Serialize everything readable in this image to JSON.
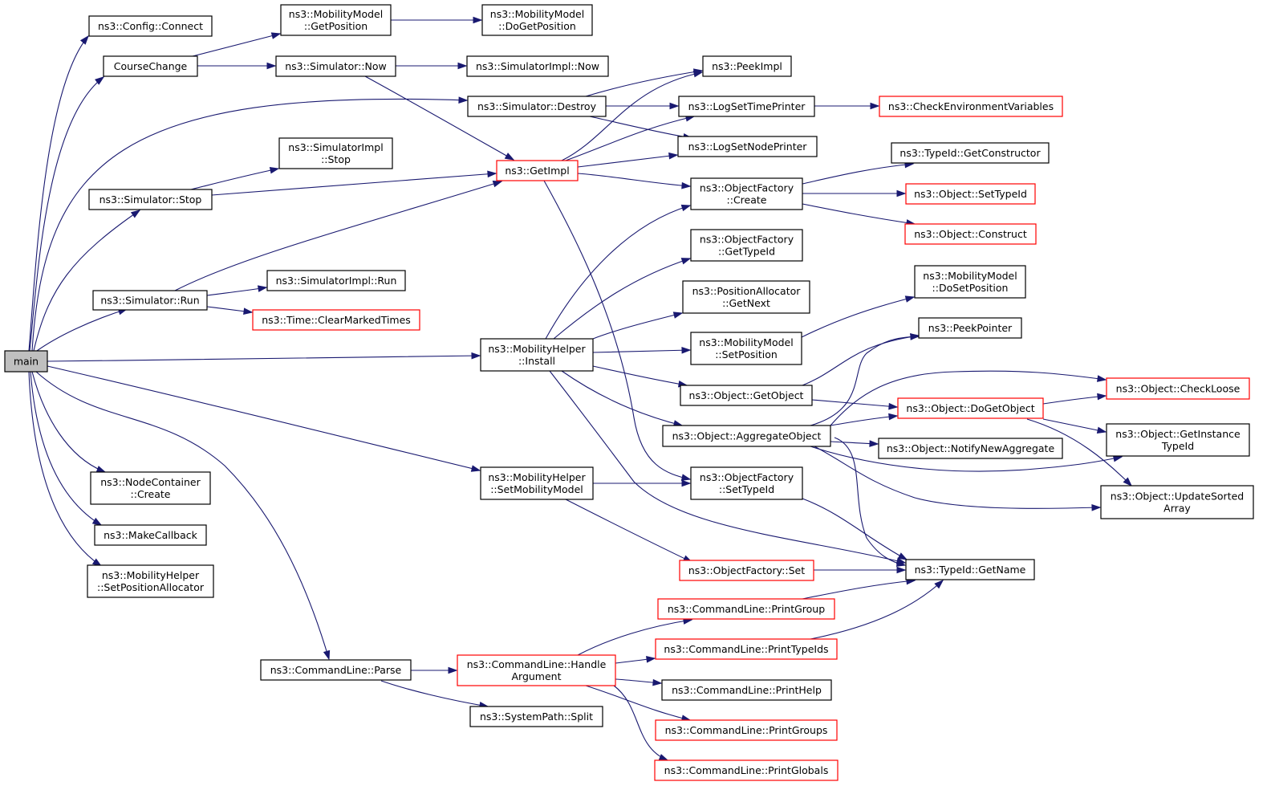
{
  "graph": {
    "nodes": {
      "main": {
        "lines": [
          "main"
        ],
        "type": "root"
      },
      "config_connect": {
        "lines": [
          "ns3::Config::Connect"
        ],
        "type": "normal"
      },
      "coursechange": {
        "lines": [
          "CourseChange"
        ],
        "type": "normal"
      },
      "mm_getposition": {
        "lines": [
          "ns3::MobilityModel",
          "::GetPosition"
        ],
        "type": "normal"
      },
      "mm_dogetposition": {
        "lines": [
          "ns3::MobilityModel",
          "::DoGetPosition"
        ],
        "type": "normal"
      },
      "sim_now": {
        "lines": [
          "ns3::Simulator::Now"
        ],
        "type": "normal"
      },
      "simimpl_now": {
        "lines": [
          "ns3::SimulatorImpl::Now"
        ],
        "type": "normal"
      },
      "peekimpl": {
        "lines": [
          "ns3::PeekImpl"
        ],
        "type": "normal"
      },
      "sim_destroy": {
        "lines": [
          "ns3::Simulator::Destroy"
        ],
        "type": "normal"
      },
      "logsettimeprinter": {
        "lines": [
          "ns3::LogSetTimePrinter"
        ],
        "type": "normal"
      },
      "checkenv": {
        "lines": [
          "ns3::CheckEnvironmentVariables"
        ],
        "type": "incomplete"
      },
      "logsetnodeprinter": {
        "lines": [
          "ns3::LogSetNodePrinter"
        ],
        "type": "normal"
      },
      "simimpl_stop": {
        "lines": [
          "ns3::SimulatorImpl",
          "::Stop"
        ],
        "type": "normal"
      },
      "getimpl": {
        "lines": [
          "ns3::GetImpl"
        ],
        "type": "incomplete"
      },
      "typeid_getconstructor": {
        "lines": [
          "ns3::TypeId::GetConstructor"
        ],
        "type": "normal"
      },
      "sim_stop": {
        "lines": [
          "ns3::Simulator::Stop"
        ],
        "type": "normal"
      },
      "of_create": {
        "lines": [
          "ns3::ObjectFactory",
          "::Create"
        ],
        "type": "normal"
      },
      "obj_settypeid": {
        "lines": [
          "ns3::Object::SetTypeId"
        ],
        "type": "incomplete"
      },
      "obj_construct": {
        "lines": [
          "ns3::Object::Construct"
        ],
        "type": "incomplete"
      },
      "of_gettypeid": {
        "lines": [
          "ns3::ObjectFactory",
          "::GetTypeId"
        ],
        "type": "normal"
      },
      "mm_dosetposition": {
        "lines": [
          "ns3::MobilityModel",
          "::DoSetPosition"
        ],
        "type": "normal"
      },
      "simimpl_run": {
        "lines": [
          "ns3::SimulatorImpl::Run"
        ],
        "type": "normal"
      },
      "sim_run": {
        "lines": [
          "ns3::Simulator::Run"
        ],
        "type": "normal"
      },
      "pa_getnext": {
        "lines": [
          "ns3::PositionAllocator",
          "::GetNext"
        ],
        "type": "normal"
      },
      "time_clear": {
        "lines": [
          "ns3::Time::ClearMarkedTimes"
        ],
        "type": "incomplete"
      },
      "peekpointer": {
        "lines": [
          "ns3::PeekPointer"
        ],
        "type": "normal"
      },
      "mh_install": {
        "lines": [
          "ns3::MobilityHelper",
          "::Install"
        ],
        "type": "normal"
      },
      "mm_setposition": {
        "lines": [
          "ns3::MobilityModel",
          "::SetPosition"
        ],
        "type": "normal"
      },
      "obj_checkloose": {
        "lines": [
          "ns3::Object::CheckLoose"
        ],
        "type": "incomplete"
      },
      "obj_getobject": {
        "lines": [
          "ns3::Object::GetObject"
        ],
        "type": "normal"
      },
      "obj_dogetobject": {
        "lines": [
          "ns3::Object::DoGetObject"
        ],
        "type": "incomplete"
      },
      "obj_aggregate": {
        "lines": [
          "ns3::Object::AggregateObject"
        ],
        "type": "normal"
      },
      "obj_notify": {
        "lines": [
          "ns3::Object::NotifyNewAggregate"
        ],
        "type": "normal"
      },
      "obj_getinstancetypeid": {
        "lines": [
          "ns3::Object::GetInstance",
          "TypeId"
        ],
        "type": "normal"
      },
      "nc_create": {
        "lines": [
          "ns3::NodeContainer",
          "::Create"
        ],
        "type": "normal"
      },
      "mh_setmobilitymodel": {
        "lines": [
          "ns3::MobilityHelper",
          "::SetMobilityModel"
        ],
        "type": "normal"
      },
      "of_settypeid": {
        "lines": [
          "ns3::ObjectFactory",
          "::SetTypeId"
        ],
        "type": "normal"
      },
      "obj_updatesorted": {
        "lines": [
          "ns3::Object::UpdateSorted",
          "Array"
        ],
        "type": "normal"
      },
      "makecallback": {
        "lines": [
          "ns3::MakeCallback"
        ],
        "type": "normal"
      },
      "of_set": {
        "lines": [
          "ns3::ObjectFactory::Set"
        ],
        "type": "incomplete"
      },
      "typeid_getname": {
        "lines": [
          "ns3::TypeId::GetName"
        ],
        "type": "normal"
      },
      "mh_setposalloc": {
        "lines": [
          "ns3::MobilityHelper",
          "::SetPositionAllocator"
        ],
        "type": "normal"
      },
      "cl_printgroup": {
        "lines": [
          "ns3::CommandLine::PrintGroup"
        ],
        "type": "incomplete"
      },
      "cl_printtypeids": {
        "lines": [
          "ns3::CommandLine::PrintTypeIds"
        ],
        "type": "incomplete"
      },
      "cl_parse": {
        "lines": [
          "ns3::CommandLine::Parse"
        ],
        "type": "normal"
      },
      "cl_handlearg": {
        "lines": [
          "ns3::CommandLine::Handle",
          "Argument"
        ],
        "type": "incomplete"
      },
      "cl_printhelp": {
        "lines": [
          "ns3::CommandLine::PrintHelp"
        ],
        "type": "normal"
      },
      "sp_split": {
        "lines": [
          "ns3::SystemPath::Split"
        ],
        "type": "normal"
      },
      "cl_printgroups": {
        "lines": [
          "ns3::CommandLine::PrintGroups"
        ],
        "type": "incomplete"
      },
      "cl_printglobals": {
        "lines": [
          "ns3::CommandLine::PrintGlobals"
        ],
        "type": "incomplete"
      }
    },
    "edges": [
      [
        "main",
        "config_connect"
      ],
      [
        "main",
        "coursechange"
      ],
      [
        "main",
        "sim_destroy"
      ],
      [
        "main",
        "sim_stop"
      ],
      [
        "main",
        "sim_run"
      ],
      [
        "main",
        "mh_install"
      ],
      [
        "main",
        "mh_setmobilitymodel"
      ],
      [
        "main",
        "cl_parse"
      ],
      [
        "main",
        "nc_create"
      ],
      [
        "main",
        "makecallback"
      ],
      [
        "main",
        "mh_setposalloc"
      ],
      [
        "coursechange",
        "mm_getposition"
      ],
      [
        "coursechange",
        "sim_now"
      ],
      [
        "mm_getposition",
        "mm_dogetposition"
      ],
      [
        "sim_now",
        "simimpl_now"
      ],
      [
        "sim_now",
        "getimpl"
      ],
      [
        "sim_destroy",
        "peekimpl"
      ],
      [
        "sim_destroy",
        "logsettimeprinter"
      ],
      [
        "sim_destroy",
        "logsetnodeprinter"
      ],
      [
        "logsettimeprinter",
        "checkenv"
      ],
      [
        "getimpl",
        "peekimpl"
      ],
      [
        "getimpl",
        "logsettimeprinter"
      ],
      [
        "getimpl",
        "logsetnodeprinter"
      ],
      [
        "getimpl",
        "of_create"
      ],
      [
        "getimpl",
        "of_settypeid"
      ],
      [
        "sim_stop",
        "simimpl_stop"
      ],
      [
        "sim_stop",
        "getimpl"
      ],
      [
        "sim_run",
        "getimpl"
      ],
      [
        "sim_run",
        "simimpl_run"
      ],
      [
        "sim_run",
        "time_clear"
      ],
      [
        "of_create",
        "typeid_getconstructor"
      ],
      [
        "of_create",
        "obj_settypeid"
      ],
      [
        "of_create",
        "obj_construct"
      ],
      [
        "mh_install",
        "of_create"
      ],
      [
        "mh_install",
        "of_gettypeid"
      ],
      [
        "mh_install",
        "pa_getnext"
      ],
      [
        "mh_install",
        "mm_setposition"
      ],
      [
        "mh_install",
        "obj_getobject"
      ],
      [
        "mh_install",
        "obj_aggregate"
      ],
      [
        "mh_install",
        "typeid_getname"
      ],
      [
        "mm_setposition",
        "mm_dosetposition"
      ],
      [
        "obj_getobject",
        "peekpointer"
      ],
      [
        "obj_getobject",
        "obj_dogetobject"
      ],
      [
        "obj_aggregate",
        "peekpointer"
      ],
      [
        "obj_aggregate",
        "obj_checkloose"
      ],
      [
        "obj_aggregate",
        "obj_dogetobject"
      ],
      [
        "obj_aggregate",
        "obj_notify"
      ],
      [
        "obj_aggregate",
        "obj_getinstancetypeid"
      ],
      [
        "obj_aggregate",
        "obj_updatesorted"
      ],
      [
        "obj_aggregate",
        "typeid_getname"
      ],
      [
        "obj_dogetobject",
        "obj_checkloose"
      ],
      [
        "obj_dogetobject",
        "obj_getinstancetypeid"
      ],
      [
        "obj_dogetobject",
        "obj_updatesorted"
      ],
      [
        "mh_setmobilitymodel",
        "of_settypeid"
      ],
      [
        "mh_setmobilitymodel",
        "of_set"
      ],
      [
        "of_settypeid",
        "typeid_getname"
      ],
      [
        "of_set",
        "typeid_getname"
      ],
      [
        "cl_parse",
        "cl_handlearg"
      ],
      [
        "cl_parse",
        "sp_split"
      ],
      [
        "cl_handlearg",
        "cl_printgroup"
      ],
      [
        "cl_handlearg",
        "cl_printtypeids"
      ],
      [
        "cl_handlearg",
        "cl_printhelp"
      ],
      [
        "cl_handlearg",
        "cl_printgroups"
      ],
      [
        "cl_handlearg",
        "cl_printglobals"
      ],
      [
        "cl_printgroup",
        "typeid_getname"
      ],
      [
        "cl_printtypeids",
        "typeid_getname"
      ]
    ],
    "colors": {
      "edge": "#191970",
      "node_border": "#000000",
      "incomplete_border": "#ff0000",
      "root_fill": "#bfbfbf"
    }
  }
}
